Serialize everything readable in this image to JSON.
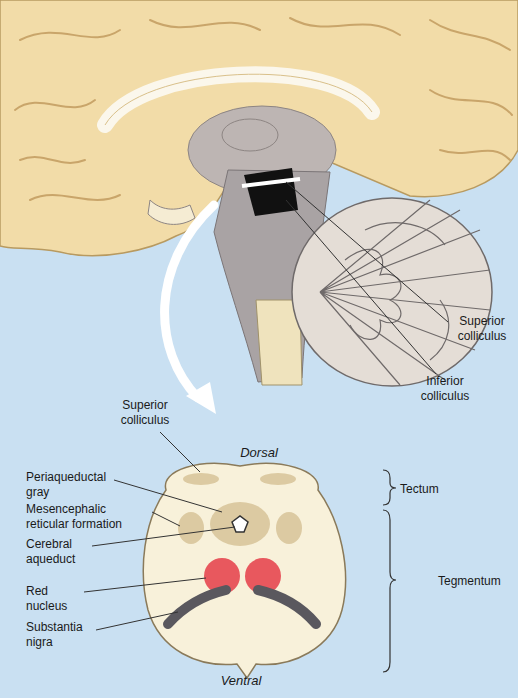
{
  "diagram": {
    "labels": [
      "Superior colliculus",
      "Inferior colliculus",
      "Superior colliculus",
      "Dorsal",
      "Periaqueductal gray",
      "Tectum",
      "Mesencephalic reticular formation",
      "Cerebral aqueduct",
      "Tegmentum",
      "Red nucleus",
      "Substantia nigra",
      "Ventral"
    ]
  }
}
